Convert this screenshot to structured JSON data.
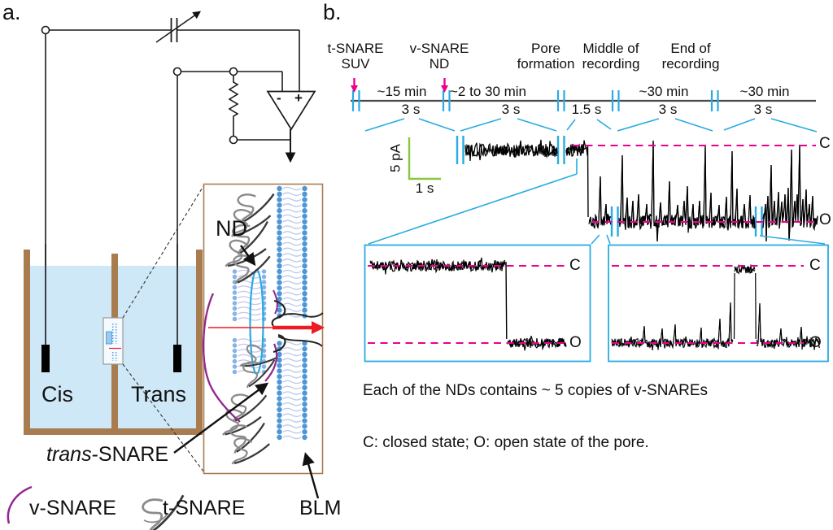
{
  "figure": {
    "panel_a_label": "a.",
    "panel_b_label": "b."
  },
  "panel_a": {
    "chamber": {
      "cis_label": "Cis",
      "trans_label": "Trans"
    },
    "circuit": {
      "amp_minus": "-",
      "amp_plus": "+"
    },
    "inset": {
      "nd_label": "ND",
      "trans_snare_italic": "trans",
      "trans_snare_rest": "-SNARE",
      "blm_label": "BLM"
    },
    "legend": {
      "v_snare_label": "v-SNARE",
      "t_snare_label": "t-SNARE"
    }
  },
  "panel_b": {
    "timeline": {
      "events": [
        {
          "line1": "t-SNARE",
          "line2": "SUV"
        },
        {
          "line1": "v-SNARE",
          "line2": "ND"
        },
        {
          "line1": "Pore",
          "line2": "formation"
        },
        {
          "line1": "Middle of",
          "line2": "recording"
        },
        {
          "line1": "End of",
          "line2": "recording"
        }
      ],
      "waits": [
        "~15 min",
        "~2 to 30 min",
        "~30 min",
        "~30 min"
      ],
      "durations": [
        "3 s",
        "3 s",
        "1.5 s",
        "3 s",
        "3 s"
      ]
    },
    "scale_bar": {
      "current": "5 pA",
      "time": "1 s"
    },
    "states": {
      "closed": "C",
      "open": "O"
    },
    "captions": {
      "nd_copies": "Each of the NDs contains ~ 5 copies of v-SNAREs",
      "state_key": "C: closed state; O: open state of the pore."
    }
  },
  "colors": {
    "accent_cyan": "#29ABE2",
    "magenta": "#EC008C",
    "green": "#8CC63F",
    "red": "#ED1C24",
    "purple": "#92278F",
    "brown": "#A97C50",
    "water_blue": "#CFE8F7",
    "membrane_blue": "#4E97D6",
    "timeline_gray": "#4A4A4A",
    "snare_gray": "#8A8A8A",
    "trace_black": "#000000"
  },
  "chart_data": {
    "type": "line",
    "title": "Planar lipid bilayer single-pore current recording",
    "scale_bar": {
      "vertical": "5 pA",
      "horizontal": "1 s"
    },
    "levels": {
      "C": "closed state baseline",
      "O": "open state current level (~5 pA below C)"
    },
    "segments": [
      {
        "event": "t-SNARE SUV added",
        "wait_after": "~15 min",
        "snippet_length": "3 s",
        "trace": "not shown"
      },
      {
        "event": "v-SNARE ND added",
        "wait_after": "~2 to 30 min",
        "snippet_length": "3 s",
        "trace": "flat noisy baseline at closed level C"
      },
      {
        "event": "Pore formation",
        "snippet_length": "1.5 s",
        "trace": "baseline at C with single abrupt step down to open level O"
      },
      {
        "event": "Middle of recording",
        "wait_after": "~30 min",
        "snippet_length": "3 s",
        "trace": "open level O with frequent brief closing flickers, several reaching C"
      },
      {
        "event": "End of recording",
        "wait_after": "~30 min",
        "snippet_length": "3 s",
        "trace": "open level O with dense flickers, tall spikes reaching C"
      }
    ],
    "zoom_insets": [
      {
        "shows": "pore formation transition",
        "trace": "steady C level then one abrupt permanent step down to O"
      },
      {
        "shows": "open state during recording",
        "trace": "O baseline with one brief rectangular closure back to C and small flickers"
      }
    ],
    "annotation": "Each of the NDs contains ~ 5 copies of v-SNAREs"
  }
}
